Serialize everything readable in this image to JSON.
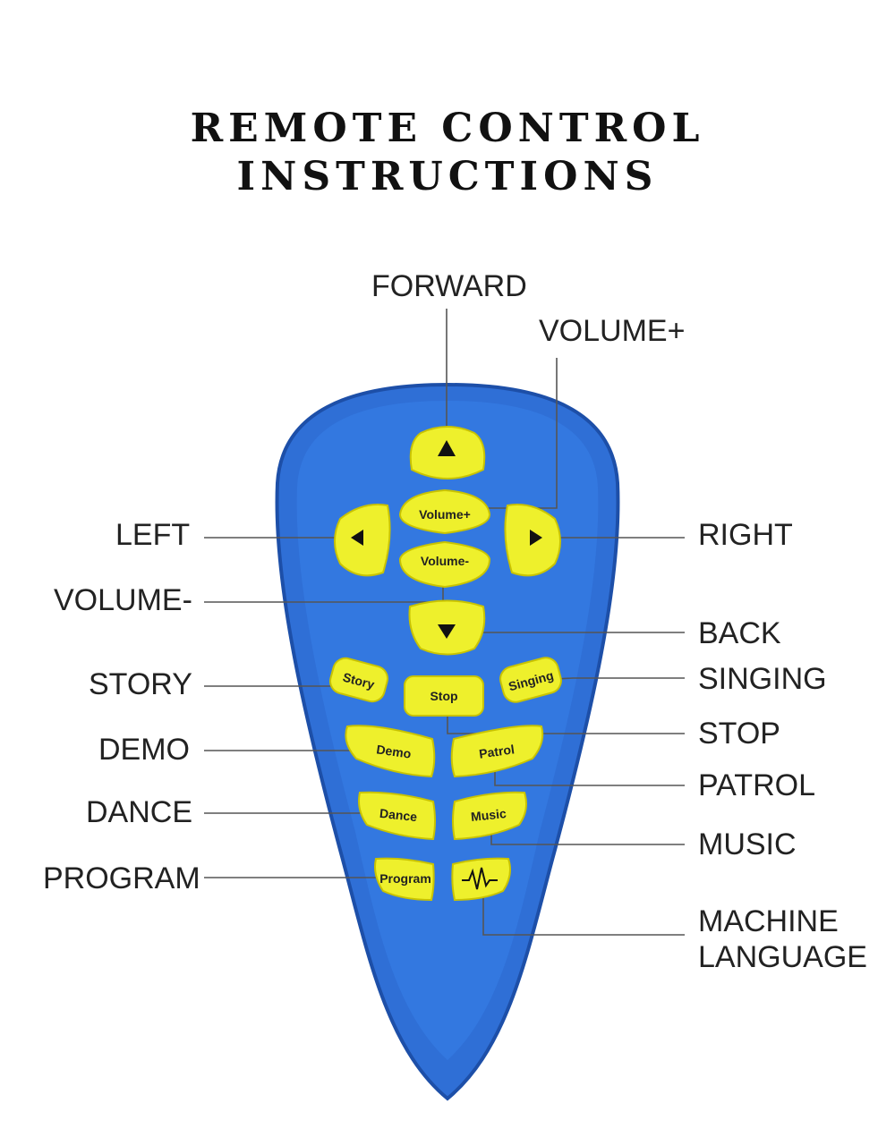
{
  "title": {
    "line1": "REMOTE CONTROL",
    "line2": "INSTRUCTIONS"
  },
  "colors": {
    "body": "#2f6fd6",
    "body_dark": "#1d4fa8",
    "button": "#eef02c",
    "button_edge": "#c9c300",
    "line": "#555555"
  },
  "labels": {
    "forward": "FORWARD",
    "volume_plus": "VOLUME+",
    "left": "LEFT",
    "right": "RIGHT",
    "volume_minus": "VOLUME-",
    "back": "BACK",
    "story": "STORY",
    "singing": "SINGING",
    "demo": "DEMO",
    "stop": "STOP",
    "patrol": "PATROL",
    "dance": "DANCE",
    "music": "MUSIC",
    "program": "PROGRAM",
    "machine_language": "MACHINE LANGUAGE"
  },
  "buttons": {
    "volume_plus": "Volume+",
    "volume_minus": "Volume-",
    "story": "Story",
    "stop": "Stop",
    "singing": "Singing",
    "demo": "Demo",
    "patrol": "Patrol",
    "dance": "Dance",
    "music": "Music",
    "program": "Program"
  },
  "icons": {
    "forward": "triangle-up-icon",
    "back": "triangle-down-icon",
    "left": "triangle-left-icon",
    "right": "triangle-right-icon",
    "machine_language": "waveform-icon"
  }
}
